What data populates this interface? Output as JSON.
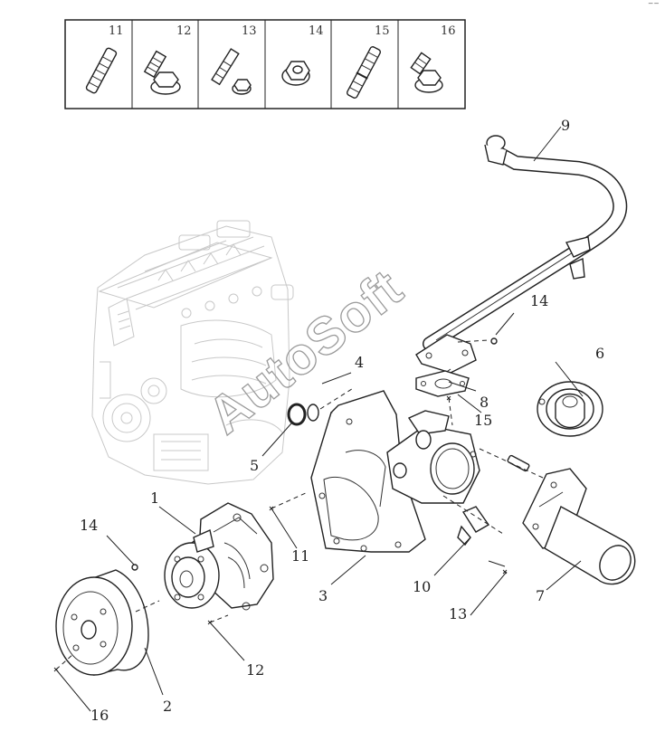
{
  "legend": {
    "cells": [
      "11",
      "12",
      "13",
      "14",
      "15",
      "16"
    ]
  },
  "callouts": {
    "c1": "1",
    "c2": "2",
    "c3": "3",
    "c4": "4",
    "c5": "5",
    "c6": "6",
    "c7": "7",
    "c8": "8",
    "c9": "9",
    "c10": "10",
    "c11": "11",
    "c12": "12",
    "c13": "13",
    "c14a": "14",
    "c14b": "14",
    "c15": "15",
    "c16": "16"
  },
  "watermark": "AutoSoft",
  "colors": {
    "line": "#222222",
    "engine": "#c8c8c8",
    "watermark": "#9a9a9a"
  }
}
